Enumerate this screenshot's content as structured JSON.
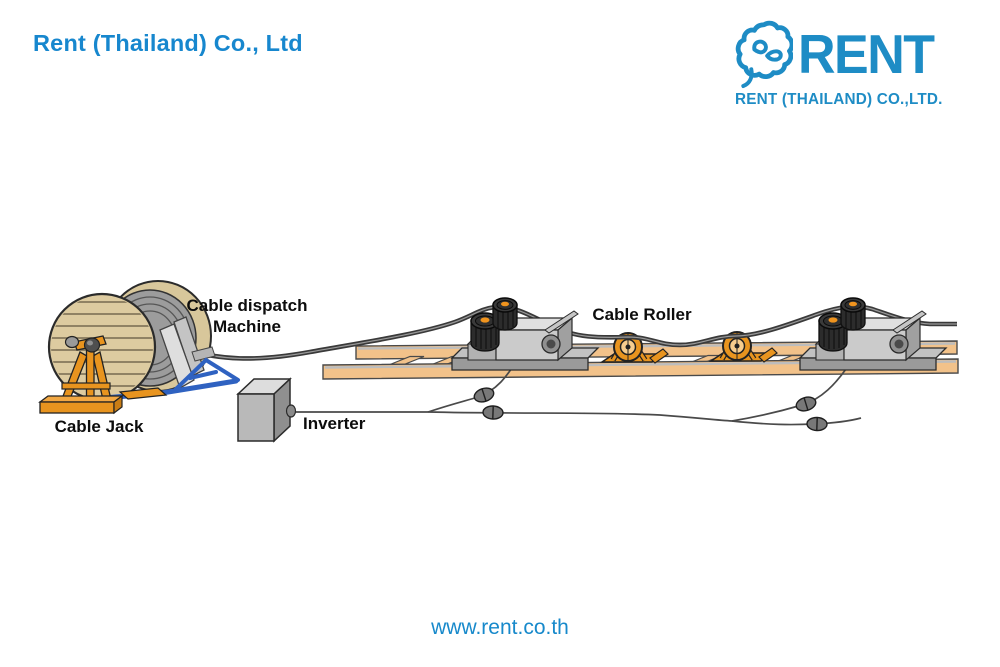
{
  "header": {
    "company_title": "Rent (Thailand) Co., Ltd",
    "logo": {
      "brand_text": "RENT",
      "subtitle": "RENT (THAILAND) CO.,LTD.",
      "icon": "cotton-flower-icon"
    }
  },
  "diagram": {
    "labels": {
      "cable_dispatch_line1": "Cable dispatch",
      "cable_dispatch_line2": "Machine",
      "cable_jack": "Cable Jack",
      "inverter": "Inverter",
      "cable_roller": "Cable Roller"
    },
    "colors": {
      "brand_blue": "#1e8cc5",
      "title_blue": "#1787ce",
      "drum_tan": "#ddcba0",
      "jack_orange": "#e8941f",
      "frame_blue": "#2f62c1",
      "tray_wood": "#f2c28a",
      "machine_gray": "#c9c9c9",
      "cable_dark": "#3a3a3a",
      "wire_gray": "#4a4a4a"
    }
  },
  "footer": {
    "website": "www.rent.co.th"
  }
}
